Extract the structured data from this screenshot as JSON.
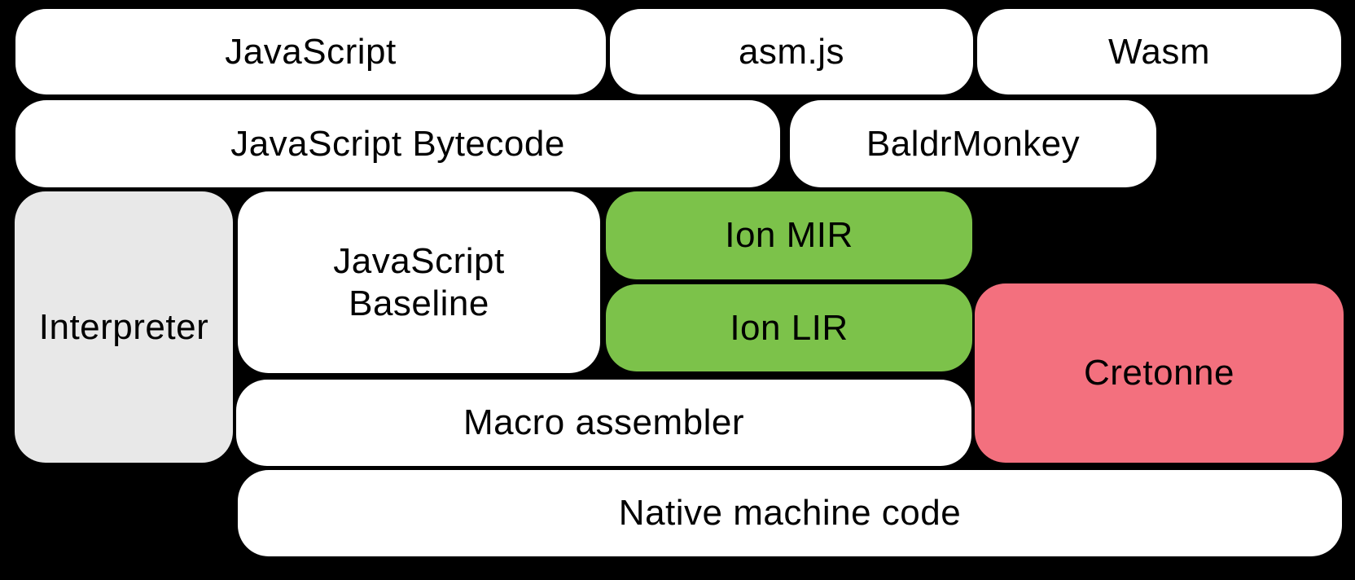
{
  "diagram": {
    "background_color": "#000000",
    "text_color": "#000000",
    "box_colors": {
      "default": "#ffffff",
      "interpreter_gray": "#e8e8e8",
      "ion_green": "#7cc24a",
      "cretonne_pink": "#f3707e"
    },
    "boxes": [
      {
        "id": "javascript",
        "label": "JavaScript",
        "color": "#ffffff"
      },
      {
        "id": "asmjs",
        "label": "asm.js",
        "color": "#ffffff"
      },
      {
        "id": "wasm",
        "label": "Wasm",
        "color": "#ffffff"
      },
      {
        "id": "javascript-bytecode",
        "label": "JavaScript Bytecode",
        "color": "#ffffff"
      },
      {
        "id": "baldrmonkey",
        "label": "BaldrMonkey",
        "color": "#ffffff"
      },
      {
        "id": "interpreter",
        "label": "Interpreter",
        "color": "#e8e8e8"
      },
      {
        "id": "javascript-baseline",
        "label": "JavaScript\nBaseline",
        "color": "#ffffff"
      },
      {
        "id": "ion-mir",
        "label": "Ion MIR",
        "color": "#7cc24a"
      },
      {
        "id": "ion-lir",
        "label": "Ion LIR",
        "color": "#7cc24a"
      },
      {
        "id": "cretonne",
        "label": "Cretonne",
        "color": "#f3707e"
      },
      {
        "id": "macro-assembler",
        "label": "Macro assembler",
        "color": "#ffffff"
      },
      {
        "id": "native-machine-code",
        "label": "Native machine code",
        "color": "#ffffff"
      }
    ]
  }
}
